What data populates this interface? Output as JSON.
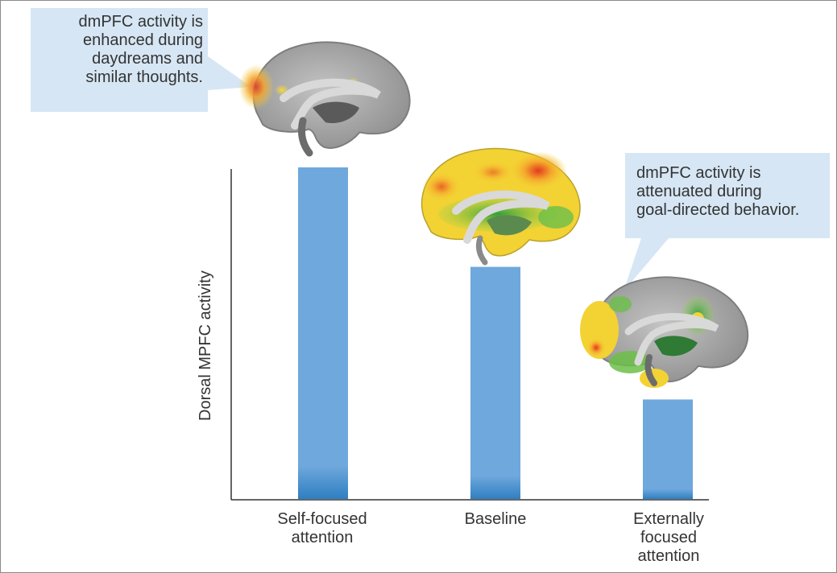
{
  "chart_data": {
    "type": "bar",
    "categories": [
      "Self-focused\nattention",
      "Baseline",
      "Externally\nfocused\nattention"
    ],
    "values": [
      100,
      70,
      30
    ],
    "ylabel": "Dorsal MPFC activity",
    "xlabel": "",
    "ylim": [
      0,
      100
    ],
    "bar_color": "#6fa8dc",
    "bar_color_dark": "#2f7fc2"
  },
  "callouts": {
    "enhanced": "dmPFC activity is\nenhanced during\ndaydreams and\nsimilar thoughts.",
    "attenuated": "dmPFC activity is\nattenuated during\ngoal-directed behavior."
  },
  "colors": {
    "callout_bg": "#d6e6f4",
    "axis": "#333333",
    "brain_gray": "#9a9a9a",
    "activation_red": "#e23a1e",
    "activation_yellow": "#f3d234",
    "activation_green": "#3cae3c"
  }
}
